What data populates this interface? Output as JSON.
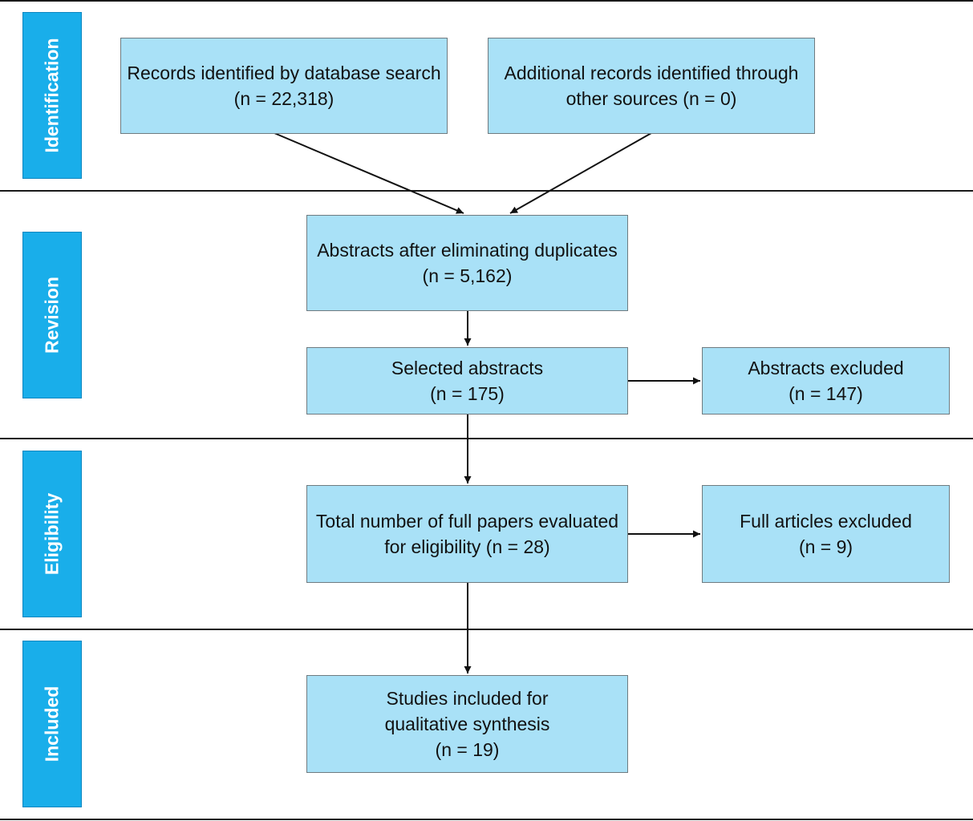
{
  "stages": {
    "identification": "Identification",
    "revision": "Revision",
    "eligibility": "Eligibility",
    "included": "Included"
  },
  "boxes": {
    "records_db": {
      "line1": "Records identified by database search",
      "line2": "(n = 22,318)"
    },
    "records_other": {
      "line1": "Additional records identified through",
      "line2": "other sources (n = 0)"
    },
    "abstracts_dedup": {
      "line1": "Abstracts after eliminating duplicates",
      "line2": "(n = 5,162)"
    },
    "selected_abstracts": {
      "line1": "Selected abstracts",
      "line2": "(n = 175)"
    },
    "abstracts_excluded": {
      "line1": "Abstracts excluded",
      "line2": "(n = 147)"
    },
    "full_papers": {
      "line1": "Total number of full papers evaluated",
      "line2": "for eligibility (n = 28)"
    },
    "full_excluded": {
      "line1": "Full articles excluded",
      "line2": "(n = 9)"
    },
    "studies_included": {
      "line1": "Studies included for",
      "line2": "qualitative synthesis",
      "line3": "(n = 19)"
    }
  },
  "colors": {
    "stage_fill": "#19aeea",
    "box_fill": "#a9e1f7",
    "line": "#1a1a1a"
  }
}
